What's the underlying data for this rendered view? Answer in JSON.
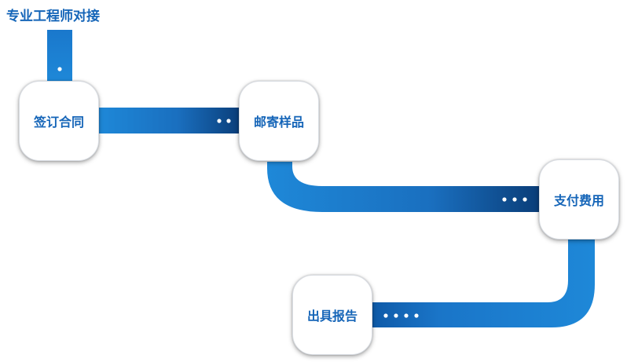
{
  "title": "专业工程师对接",
  "steps": [
    {
      "label": "签订合同"
    },
    {
      "label": "邮寄样品"
    },
    {
      "label": "支付费用"
    },
    {
      "label": "出具报告"
    }
  ],
  "colors": {
    "pipe_light": "#1e88d8",
    "pipe_dark": "#0a3d78",
    "text": "#1565b8"
  }
}
